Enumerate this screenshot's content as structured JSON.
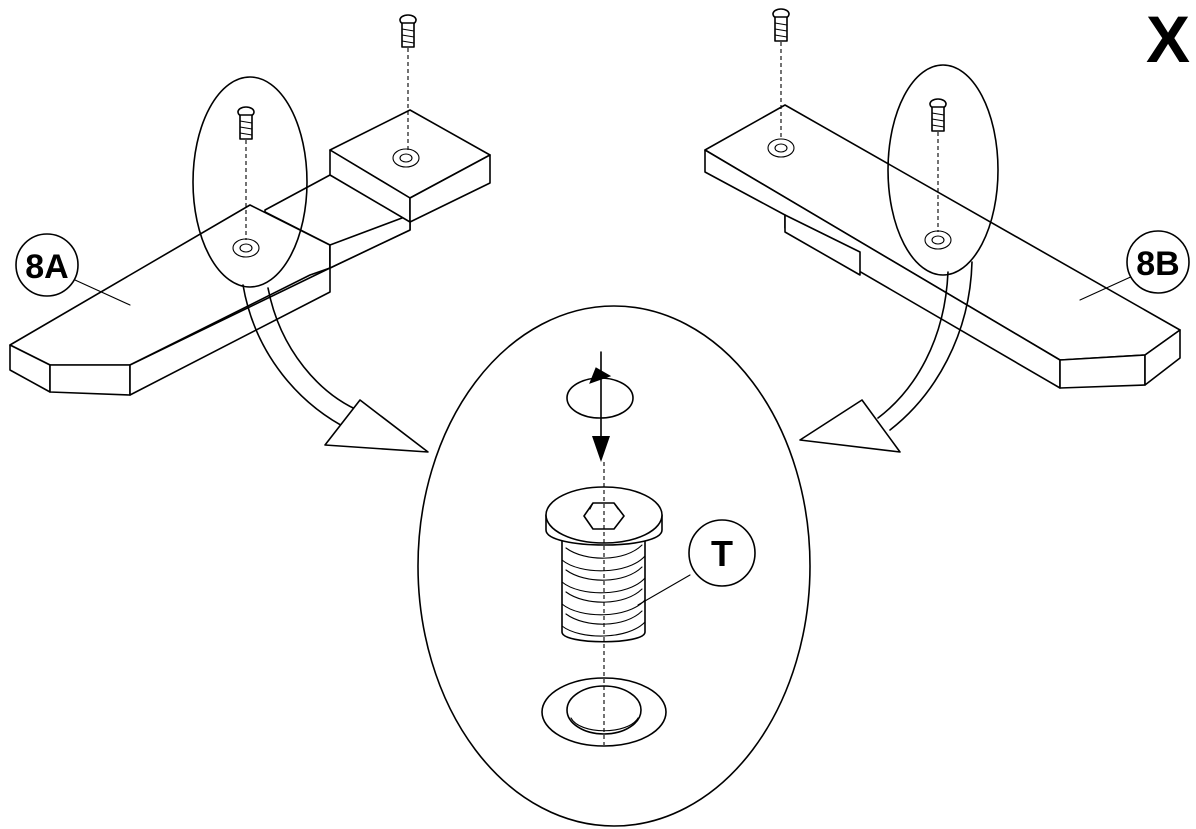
{
  "step": {
    "marker": "X"
  },
  "callouts": {
    "part_left": "8A",
    "part_right": "8B",
    "fastener": "T"
  },
  "colors": {
    "ink": "#000000",
    "paper": "#ffffff"
  },
  "icons": {
    "screw": "screw-icon",
    "rotation": "rotate-clockwise-icon",
    "step_marker": "x-mark-icon"
  }
}
